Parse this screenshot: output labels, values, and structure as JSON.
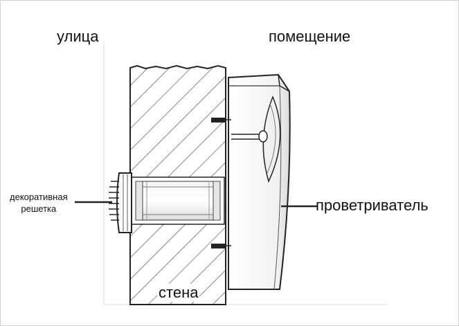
{
  "labels": {
    "street": "улица",
    "room": "помещение",
    "grille_line1": "декоративная",
    "grille_line2": "решетка",
    "ventilator": "проветриватель",
    "wall": "стена"
  },
  "colors": {
    "stroke": "#222222",
    "hatch": "#555555",
    "background": "#ffffff",
    "device_shade": "#d9d9d9"
  }
}
